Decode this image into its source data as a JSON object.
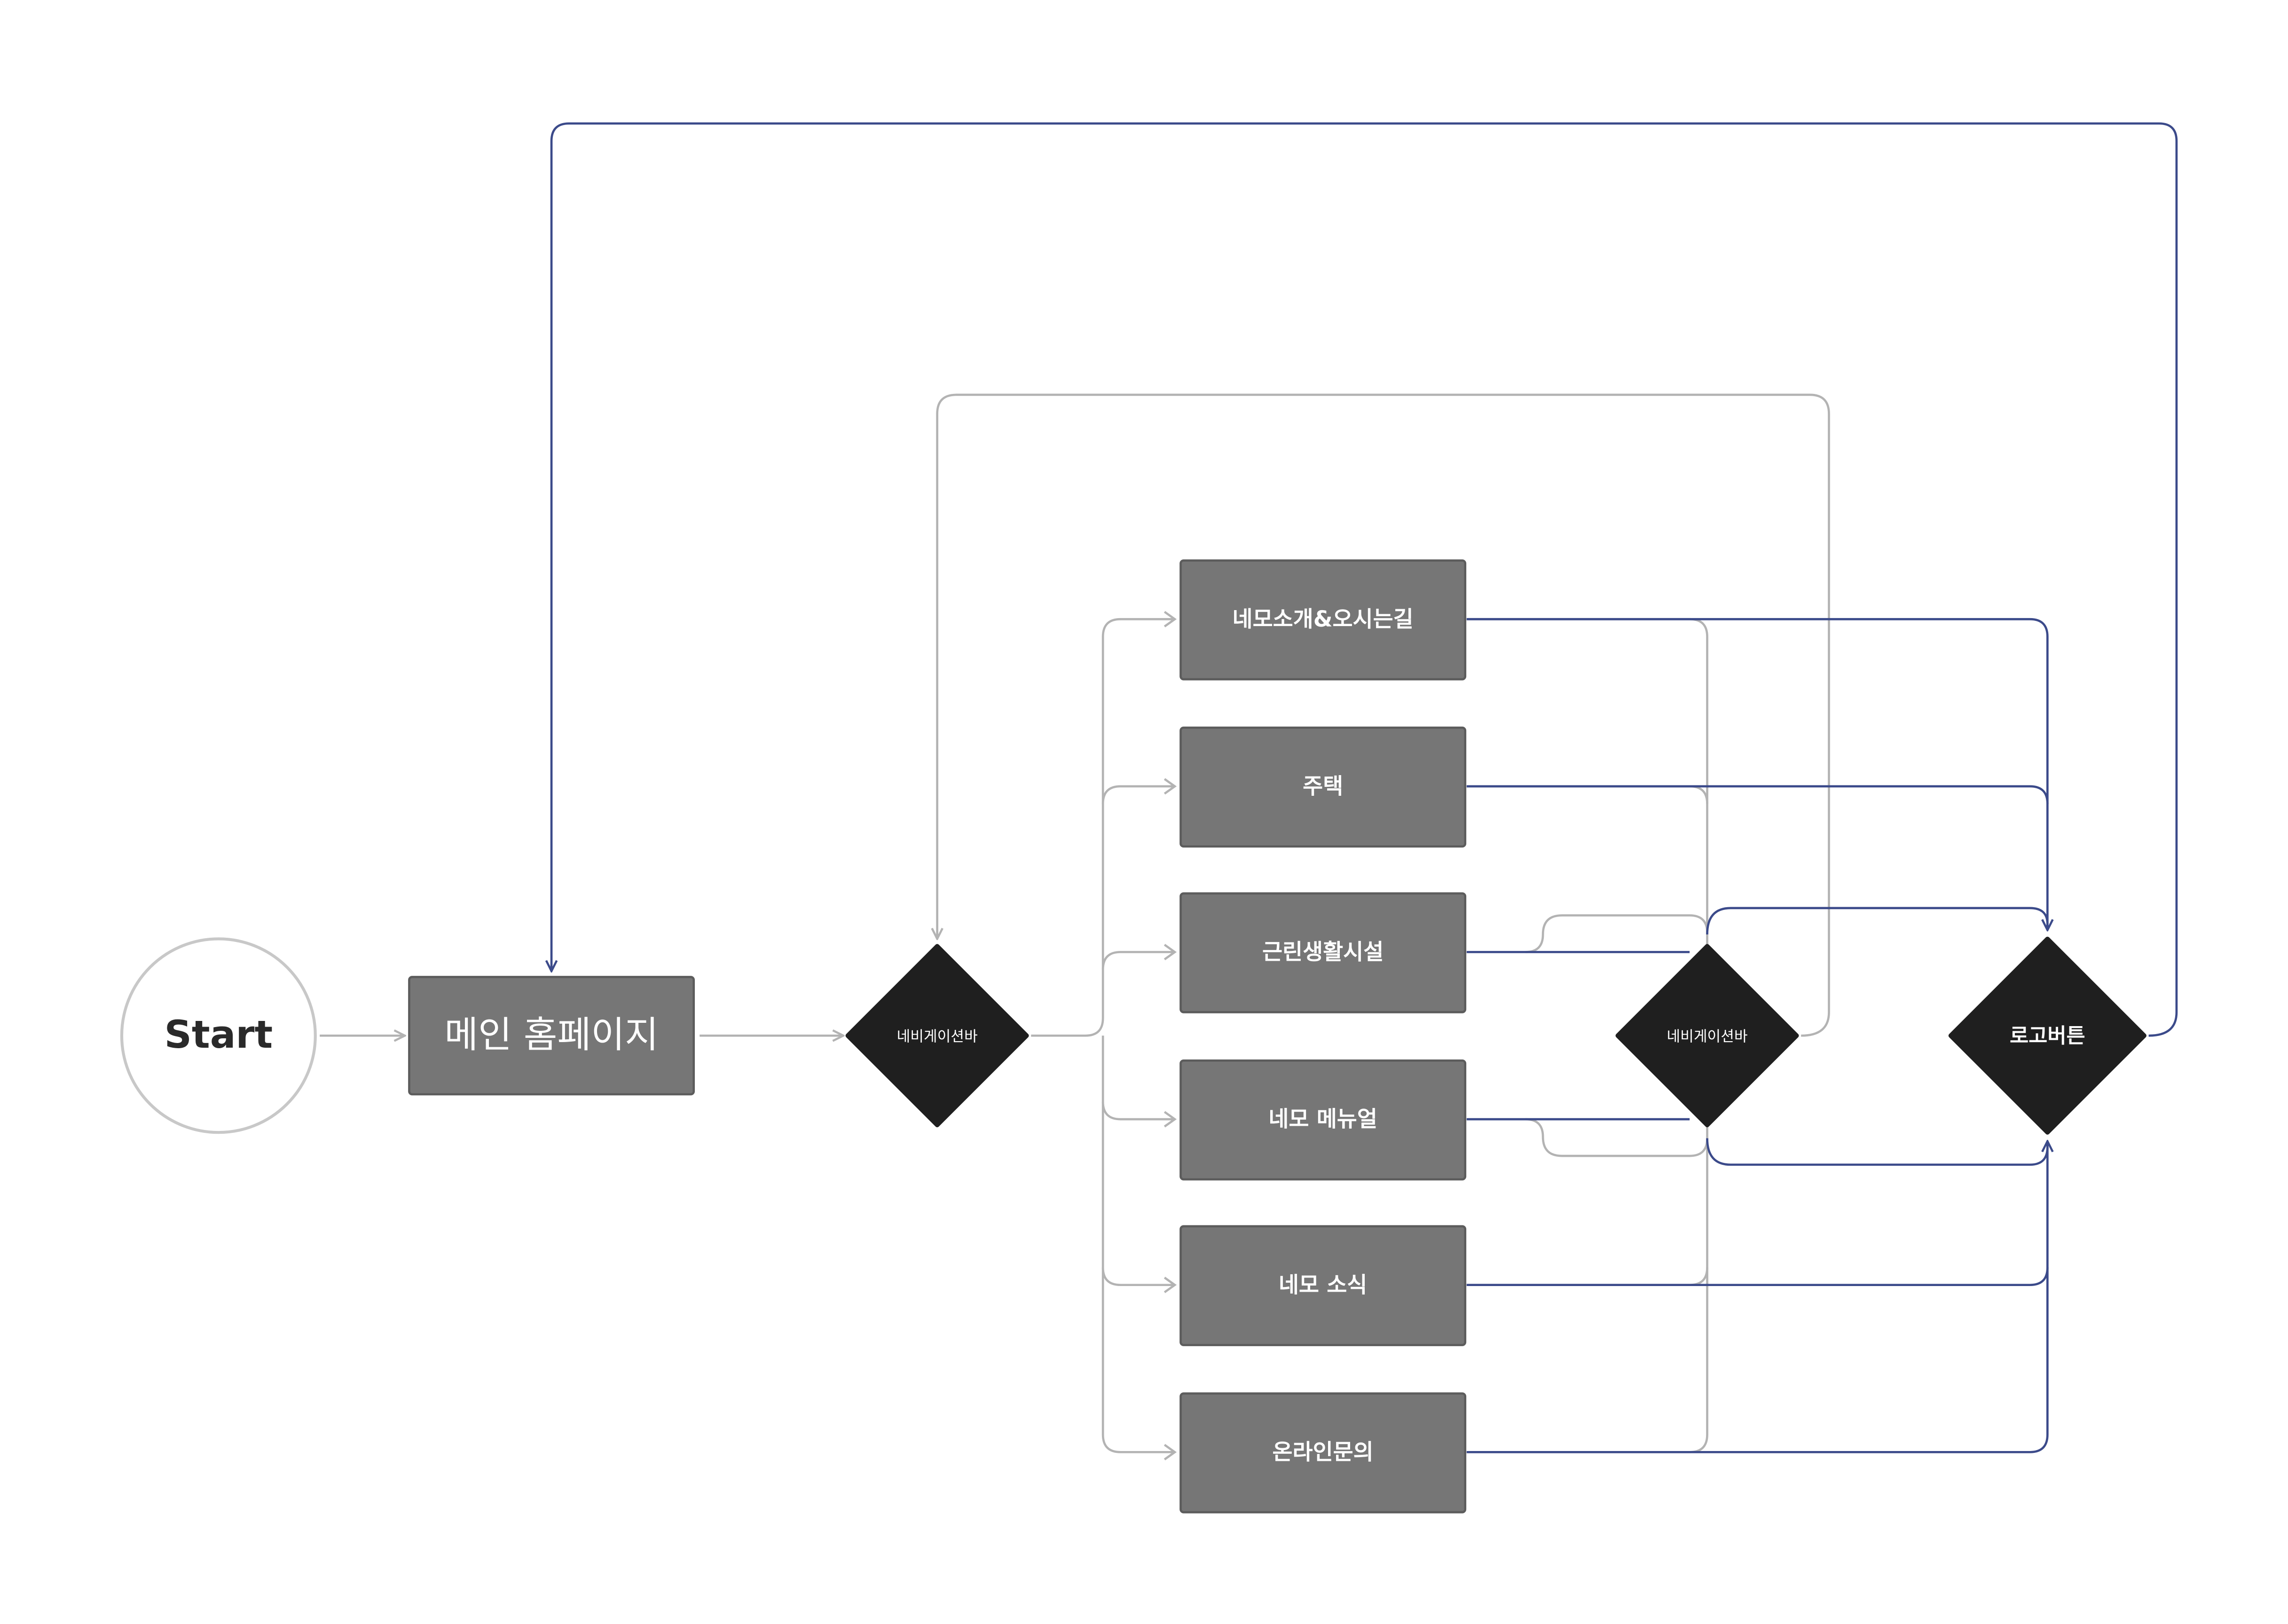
{
  "colors": {
    "background": "#ffffff",
    "page_box": "#767676",
    "page_box_border": "#5c5c5c",
    "decision": "#1f1f1f",
    "start_stroke": "#c8c8c8",
    "nav_edge": "#b3b3b3",
    "logo_edge": "#3b4a8a",
    "label_light": "#ffffff",
    "label_dark": "#2a2a2a"
  },
  "nodes": {
    "start": "Start",
    "main_home": "메인 홈페이지",
    "nav_bar_left": "네비게이션바",
    "nav_bar_right": "네비게이션바",
    "logo_button": "로고버튼",
    "pages": [
      "네모소개&오시는길",
      "주택",
      "근린생활시설",
      "네모 메뉴얼",
      "네모 소식",
      "온라인문의"
    ]
  }
}
